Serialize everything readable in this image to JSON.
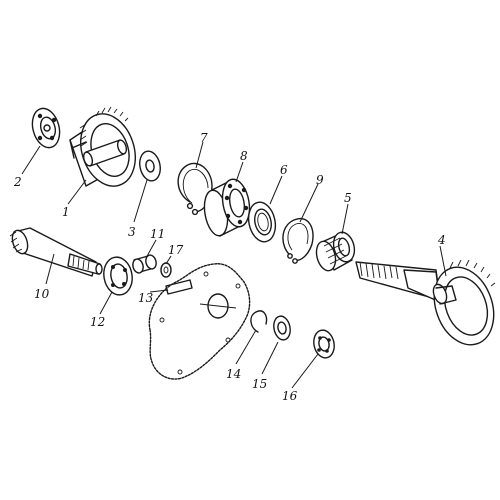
{
  "parts": [
    {
      "id": "p1",
      "label": "1"
    },
    {
      "id": "p2",
      "label": "2"
    },
    {
      "id": "p3",
      "label": "3"
    },
    {
      "id": "p4",
      "label": "4"
    },
    {
      "id": "p5",
      "label": "5"
    },
    {
      "id": "p6",
      "label": "6"
    },
    {
      "id": "p7",
      "label": "7"
    },
    {
      "id": "p8",
      "label": "8"
    },
    {
      "id": "p9",
      "label": "9"
    },
    {
      "id": "p10",
      "label": "10"
    },
    {
      "id": "p11",
      "label": "11"
    },
    {
      "id": "p12",
      "label": "12"
    },
    {
      "id": "p13",
      "label": "13"
    },
    {
      "id": "p14",
      "label": "14"
    },
    {
      "id": "p15",
      "label": "15"
    },
    {
      "id": "p16",
      "label": "16"
    },
    {
      "id": "p17",
      "label": "17"
    }
  ],
  "colors": {
    "ink": "#1a1a1a",
    "paper": "#ffffff"
  }
}
